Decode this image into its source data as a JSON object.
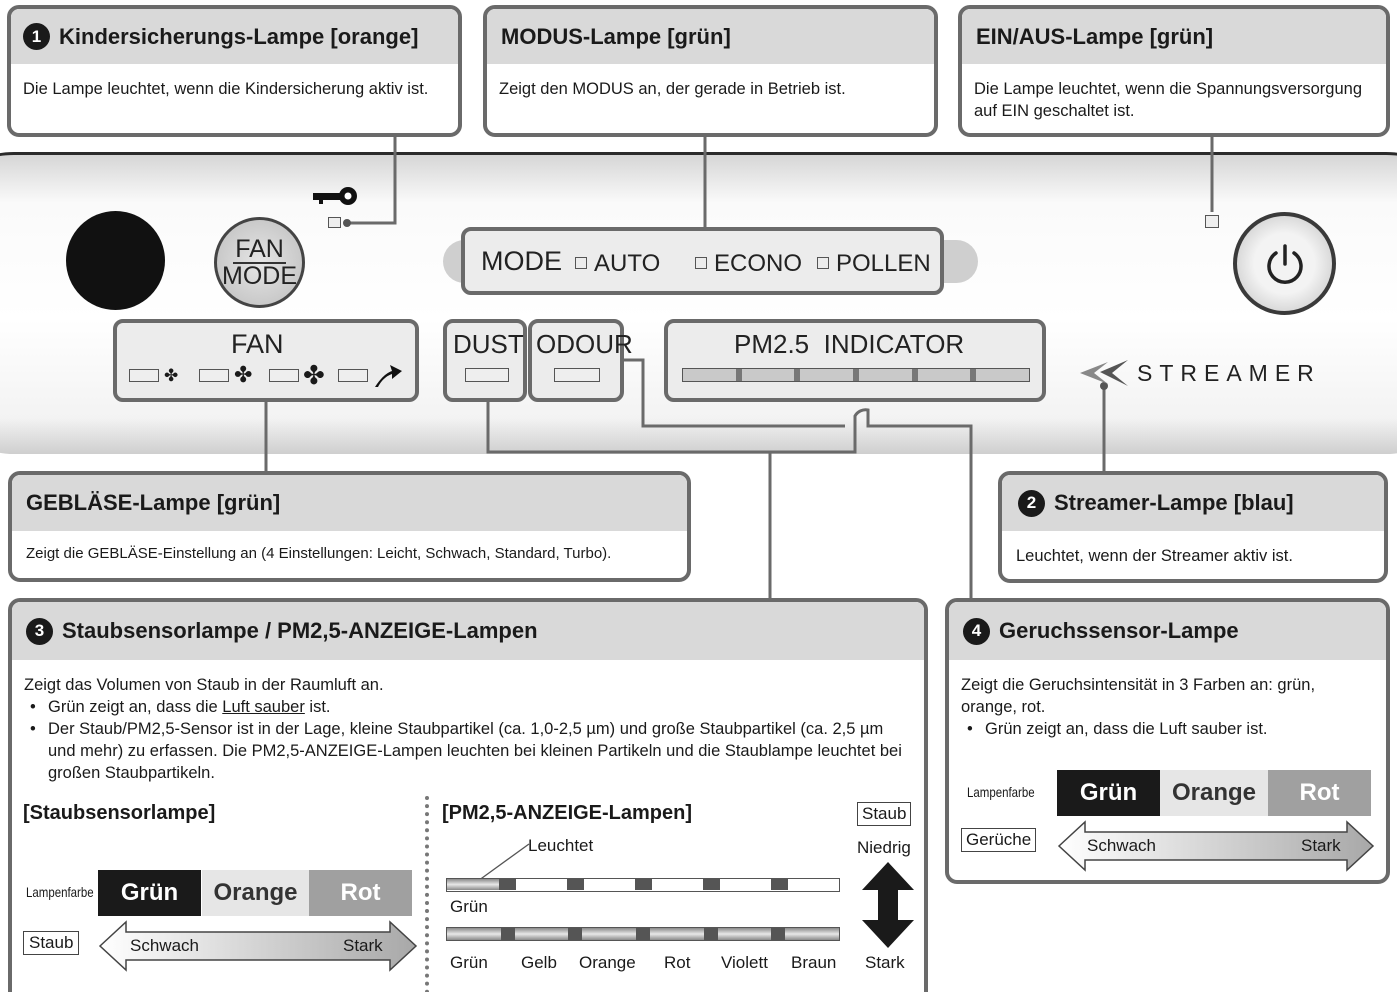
{
  "callouts": {
    "child_lock": {
      "number": "1",
      "title": "Kindersicherungs-Lampe [orange]",
      "text": "Die Lampe leuchtet, wenn die Kindersicherung aktiv ist."
    },
    "mode": {
      "title": "MODUS-Lampe [grün]",
      "text": "Zeigt den MODUS an, der gerade in Betrieb ist."
    },
    "power": {
      "title": "EIN/AUS-Lampe [grün]",
      "text": "Die Lampe leuchtet, wenn die Spannungsversorgung auf EIN geschaltet ist."
    },
    "fan": {
      "title": "GEBLÄSE-Lampe [grün]",
      "text": "Zeigt die GEBLÄSE-Einstellung an (4 Einstellungen: Leicht, Schwach, Standard, Turbo)."
    },
    "streamer": {
      "number": "2",
      "title": "Streamer-Lampe [blau]",
      "text": "Leuchtet, wenn der Streamer aktiv ist."
    },
    "dust": {
      "number": "3",
      "title": "Staubsensorlampe / PM2,5-ANZEIGE-Lampen",
      "intro": "Zeigt das Volumen von Staub in der Raumluft an.",
      "bullet1_pre": "Grün zeigt an, dass die ",
      "bullet1_underlined": "Luft sauber",
      "bullet1_post": " ist.",
      "bullet2": "Der Staub/PM2,5-Sensor ist in der Lage, kleine Staubpartikel (ca. 1,0-2,5 µm) und große Staubpartikel (ca. 2,5 µm und mehr) zu erfassen. Die PM2,5-ANZEIGE-Lampen leuchten bei kleinen Partikeln und die Staublampe leuchtet bei großen Staubpartikeln.",
      "left_heading": "[Staubsensorlampe]",
      "right_heading": "[PM2,5-ANZEIGE-Lampen]",
      "lamp_color_label": "Lampenfarbe",
      "colors": [
        "Grün",
        "Orange",
        "Rot"
      ],
      "axis_tag": "Staub",
      "weak": "Schwach",
      "strong": "Stark",
      "lit_label": "Leuchtet",
      "first_bar_label": "Grün",
      "bar_colors": [
        "Grün",
        "Gelb",
        "Orange",
        "Rot",
        "Violett",
        "Braun"
      ],
      "scale_tag": "Staub",
      "low": "Niedrig",
      "high": "Stark"
    },
    "odour": {
      "number": "4",
      "title": "Geruchssensor-Lampe",
      "text": "Zeigt die Geruchsintensität in 3 Farben an: grün, orange, rot.",
      "bullet": "Grün zeigt an, dass die Luft sauber ist.",
      "lamp_color_label": "Lampenfarbe",
      "colors": [
        "Grün",
        "Orange",
        "Rot"
      ],
      "axis_tag": "Gerüche",
      "weak": "Schwach",
      "strong": "Stark"
    }
  },
  "panel": {
    "fan_mode_top": "FAN",
    "fan_mode_bottom": "MODE",
    "mode_label": "MODE",
    "mode_options": [
      "AUTO",
      "ECONO",
      "POLLEN"
    ],
    "fan_label": "FAN",
    "dust_label": "DUST",
    "odour_label": "ODOUR",
    "pm_label": "PM2.5  INDICATOR",
    "streamer_label": "STREAMER"
  },
  "colors": {
    "dark": "#1a1a1a",
    "mid_gray": "#a0a0a0",
    "light_gray": "#e6e6e6",
    "frame": "#6a6a6a"
  }
}
